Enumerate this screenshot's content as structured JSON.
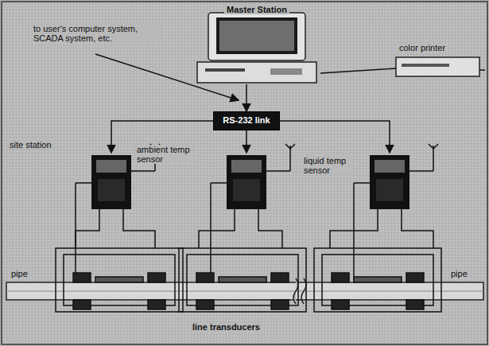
{
  "diagram": {
    "nodes": [
      {
        "text": [
          "Master Station"
        ]
      },
      {
        "text": [
          "RS-232 link"
        ]
      }
    ],
    "edges": [
      {
        "from": 0,
        "to": 1,
        "arrow": "to"
      }
    ],
    "labels": [
      "to user's computer system, SCADA system, etc.",
      "color printer",
      "site station",
      "ambient temp sensor",
      "liquid temp sensor",
      "line transducers",
      "pipe",
      "pipe"
    ]
  }
}
